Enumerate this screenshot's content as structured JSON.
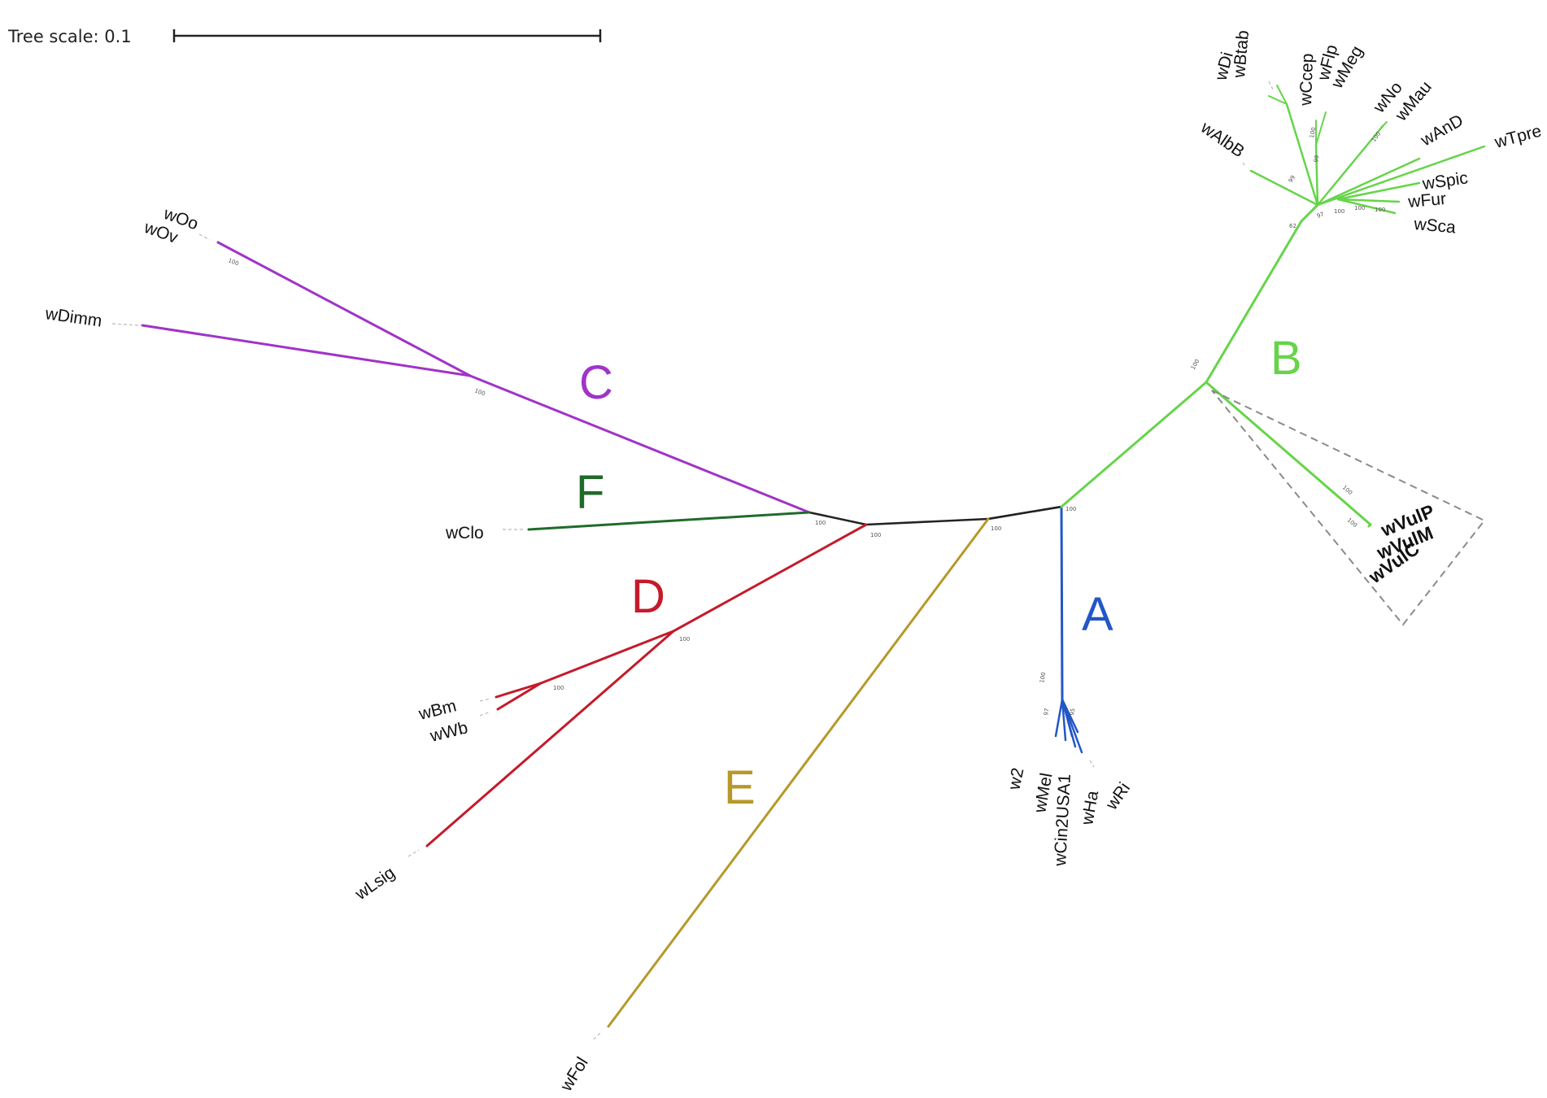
{
  "scale": {
    "label": "Tree scale: 0.1"
  },
  "colors": {
    "A": "#2257c7",
    "B": "#66d44a",
    "C": "#a033c8",
    "D": "#c51a2a",
    "E": "#b7982a",
    "F": "#1f6b2a",
    "backbone": "#222222",
    "box": "#8a8a8a"
  },
  "clades": [
    {
      "id": "A",
      "label": "A"
    },
    {
      "id": "B",
      "label": "B"
    },
    {
      "id": "C",
      "label": "C"
    },
    {
      "id": "D",
      "label": "D"
    },
    {
      "id": "E",
      "label": "E"
    },
    {
      "id": "F",
      "label": "F"
    }
  ],
  "tips": {
    "wOo": "wOo",
    "wOv": "wOv",
    "wDimm": "wDimm",
    "wClo": "wClo",
    "wBm": "wBm",
    "wWb": "wWb",
    "wLsig": "wLsig",
    "wFol": "wFol",
    "w2": "w2",
    "wMel": "wMel",
    "wCin2USA1": "wCin2USA1",
    "wHa": "wHa",
    "wRi": "wRi",
    "wVulP": "wVulP",
    "wVulM": "wVulM",
    "wVulC": "wVulC",
    "wAlbB": "wAlbB",
    "wDi": "wDi",
    "wBtab": "wBtab",
    "wCcep": "wCcep",
    "wFlp": "wFlp",
    "wMeg": "wMeg",
    "wNo": "wNo",
    "wMau": "wMau",
    "wAnD": "wAnD",
    "wTpre": "wTpre",
    "wSpic": "wSpic",
    "wFur": "wFur",
    "wSca": "wSca"
  },
  "support": {
    "s100": "100",
    "s99": "99",
    "s97": "97",
    "s95": "95",
    "s62": "62"
  }
}
